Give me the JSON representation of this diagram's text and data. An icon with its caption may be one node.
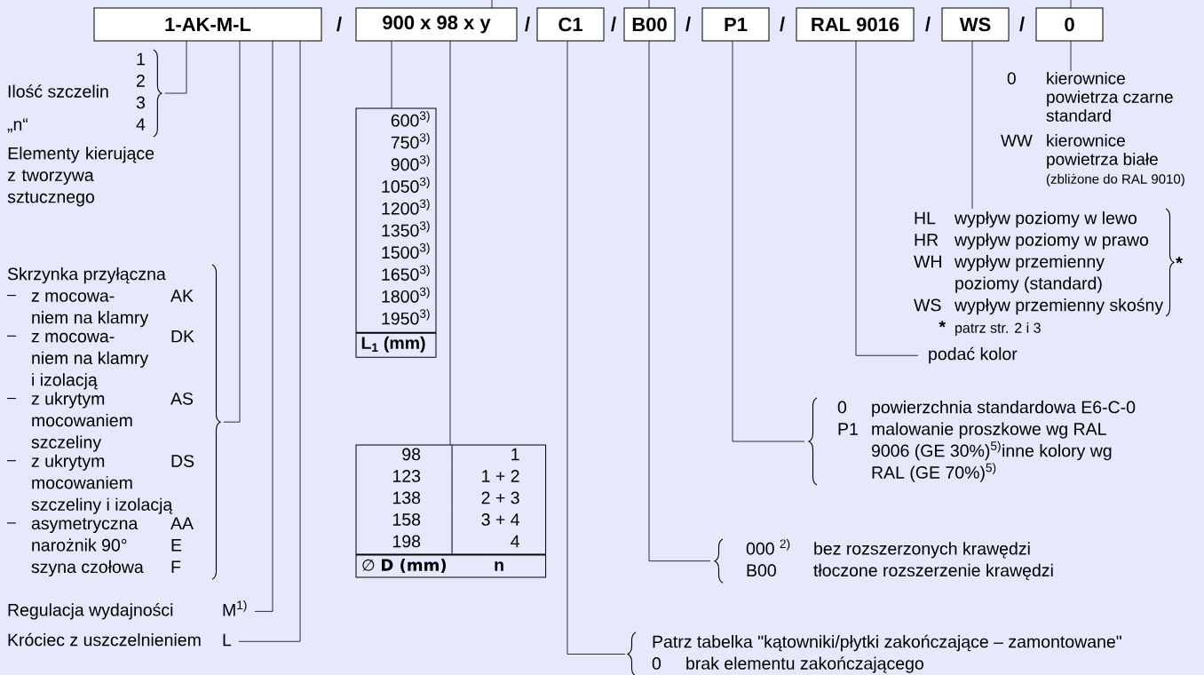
{
  "diagram": {
    "nodes": [
      {
        "text": [
          "1-AK-M-L"
        ]
      },
      {
        "text": [
          "900 x 98 x y"
        ]
      },
      {
        "text": [
          "C1"
        ]
      },
      {
        "text": [
          "B00"
        ]
      },
      {
        "text": [
          "P1"
        ]
      },
      {
        "text": [
          "RAL 9016"
        ]
      },
      {
        "text": [
          "WS"
        ]
      },
      {
        "text": [
          "0"
        ]
      },
      {
        "text": [
          "1",
          "Ilość szczelin",
          "2",
          "3",
          "„n“",
          "4"
        ]
      },
      {
        "text": [
          "Skrzynka przyłączna",
          "z mocowa- niem na klamry",
          "AK",
          "z mocowa- niem na klamry i izolacją",
          "DK",
          "z ukrytym mocowaniem szczeliny",
          "AS",
          "z ukrytym mocowaniem szczeliny i izolacją",
          "DS",
          "asymetryczna",
          "AA",
          "narożnik 90°",
          "E",
          "szyna czołowa",
          "F"
        ]
      },
      {
        "text": [
          "Regulacja wydajności",
          "M$^{1)}$"
        ]
      },
      {
        "text": [
          "Króciec z uszczelnieniem",
          "L"
        ]
      },
      {
        "text": [
          "600$^{3)}$",
          "750$^{3)}$",
          "900$^{3)}$",
          "1050$^{3)}$",
          "1200$^{3)}$",
          "1350$^{3)}$",
          "1500$^{3)}$",
          "1650$^{3)}$",
          "1800$^{3)}$",
          "1950$^{3)}$",
          "L$_{1}$ (mm)"
        ]
      },
      {
        "text": [
          "98",
          "1",
          "123",
          "1 + 2",
          "138",
          "2 + 3",
          "158",
          "3 + 4",
          "198",
          "4",
          "∅ **D (mm)**",
          "n"
        ]
      },
      {
        "text": [
          "Patrz tabelka \"kątowniki/płytki zakończające – zamontowane\"",
          "0",
          "brak elementu zakończającego"
        ]
      },
      {
        "text": [
          "000 $^{2)}$",
          "bez rozszerzonych krawędzi",
          "B00",
          "tłoczone rozszerzenie krawędzi"
        ]
      },
      {
        "text": [
          "0",
          "powierzchnia standardowa E6-C-0",
          "P1",
          "malowanie proszkowe wg RAL 9006 (GE 30%)$^{5)}$inne kolory wg RAL (GE 70%)$^{5)}$"
        ]
      },
      {
        "text": [
          "podać kolor"
        ]
      },
      {
        "text": [
          "HL",
          "wypływ poziomy w lewo",
          "HR",
          "wypływ poziomy w prawo",
          "WH",
          "wypływ przemienny poziomy (standard)",
          "WS",
          "wypływ przemienny skośny",
          "*",
          "*",
          "patrz str. 2 i 3"
        ]
      },
      {
        "text": [
          "0",
          "kierownice powietrza czarne standard",
          "WW",
          "kierownice powietrza białe",
          "(zbliżone do RAL 9010)"
        ]
      }
    ],
    "edges": [
      {
        "from": 0,
        "to": 8,
        "arrow": "none"
      },
      {
        "from": 0,
        "to": 9,
        "arrow": "none"
      },
      {
        "from": 0,
        "to": 10,
        "arrow": "none"
      },
      {
        "from": 0,
        "to": 11,
        "arrow": "none"
      },
      {
        "from": 1,
        "to": 12,
        "arrow": "none"
      },
      {
        "from": 1,
        "to": 13,
        "arrow": "none"
      },
      {
        "from": 2,
        "to": 14,
        "arrow": "none"
      },
      {
        "from": 3,
        "to": 15,
        "arrow": "none"
      },
      {
        "from": 4,
        "to": 16,
        "arrow": "none"
      },
      {
        "from": 5,
        "to": 17,
        "arrow": "none"
      },
      {
        "from": 6,
        "to": 18,
        "arrow": "none"
      },
      {
        "from": 7,
        "to": 19,
        "arrow": "none"
      },
      {
        "from": null,
        "to": 1,
        "arrow": "none"
      },
      {
        "from": null,
        "to": 3,
        "arrow": "none"
      },
      {
        "from": null,
        "to": 7,
        "arrow": "none"
      }
    ],
    "labels": [
      "/",
      "/",
      "/",
      "/",
      "/",
      "/",
      "/",
      "Elementy kierujące z tworzywa sztucznego"
    ]
  }
}
